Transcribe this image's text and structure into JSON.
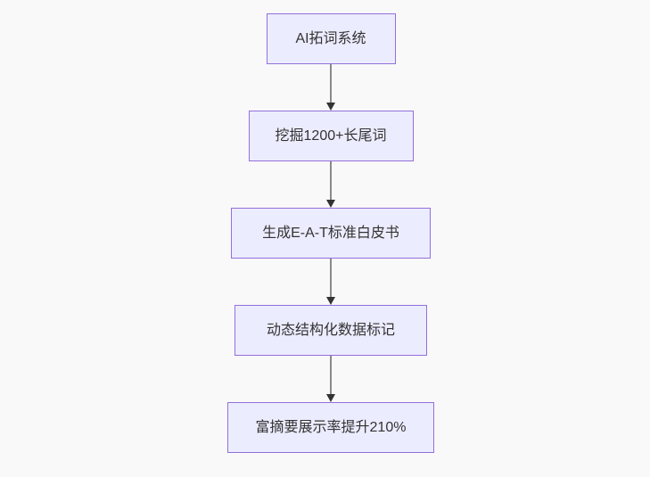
{
  "diagram": {
    "type": "flowchart",
    "direction": "top-down",
    "nodes": [
      {
        "label": "AI拓词系统"
      },
      {
        "label": "挖掘1200+长尾词"
      },
      {
        "label": "生成E-A-T标准白皮书"
      },
      {
        "label": "动态结构化数据标记"
      },
      {
        "label": "富摘要展示率提升210%"
      }
    ],
    "edges": [
      {
        "from": 0,
        "to": 1
      },
      {
        "from": 1,
        "to": 2
      },
      {
        "from": 2,
        "to": 3
      },
      {
        "from": 3,
        "to": 4
      }
    ],
    "colors": {
      "background": "#f9f9f9",
      "node_fill": "#ECECFF",
      "node_border": "#9370DB",
      "text": "#333333",
      "arrow_line": "#8a8a8a",
      "arrow_head": "#333333"
    }
  }
}
